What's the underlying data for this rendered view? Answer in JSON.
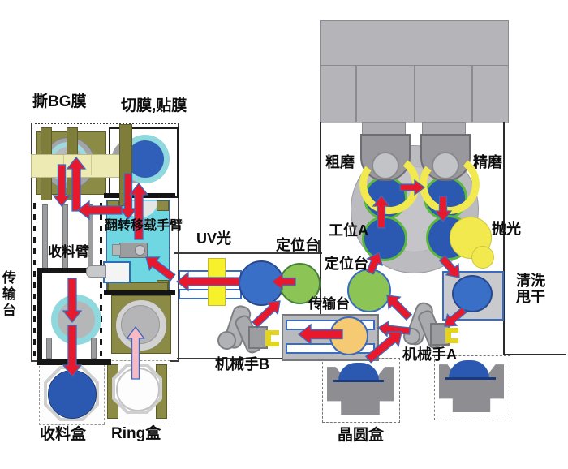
{
  "labels": {
    "tear_bg_film": "撕BG膜",
    "cut_paste_film": "切膜,贴膜",
    "flip_transfer_arm": "翻转移载手臂",
    "collect_arm": "收料臂",
    "transfer_stage_left": "传输台",
    "uv_light": "UV光",
    "positioning_stage_center": "定位台",
    "rough_grind": "粗磨",
    "fine_grind": "精磨",
    "station_a": "工位A",
    "polish": "抛光",
    "positioning_stage_right": "定位台",
    "wash_line1": "清洗",
    "wash_line2": "甩干",
    "transfer_stage_center": "传输台",
    "robot_b": "机械手B",
    "robot_a": "机械手A",
    "collect_box": "收料盒",
    "ring_box": "Ring盒",
    "wafer_box": "晶圆盒"
  },
  "colors": {
    "arrow_red": "#e8192c",
    "arrow_outline": "#3a6bbf",
    "arrow_pink": "#f7bac2",
    "machine_gray": "#b5b5b9",
    "olive": "#8b8b45",
    "cyan": "#6ed7e2",
    "uv_yellow": "#f6f12a",
    "pad_yellow": "#f2e94e",
    "wafer_blue": "#2b58b0",
    "wafer_ring_green": "#5cb83c",
    "stage_green": "#8cc455",
    "stage_blue": "#3a6fc8",
    "carrier_orange": "#f6ca72",
    "pale_bar": "#eeeab4"
  }
}
